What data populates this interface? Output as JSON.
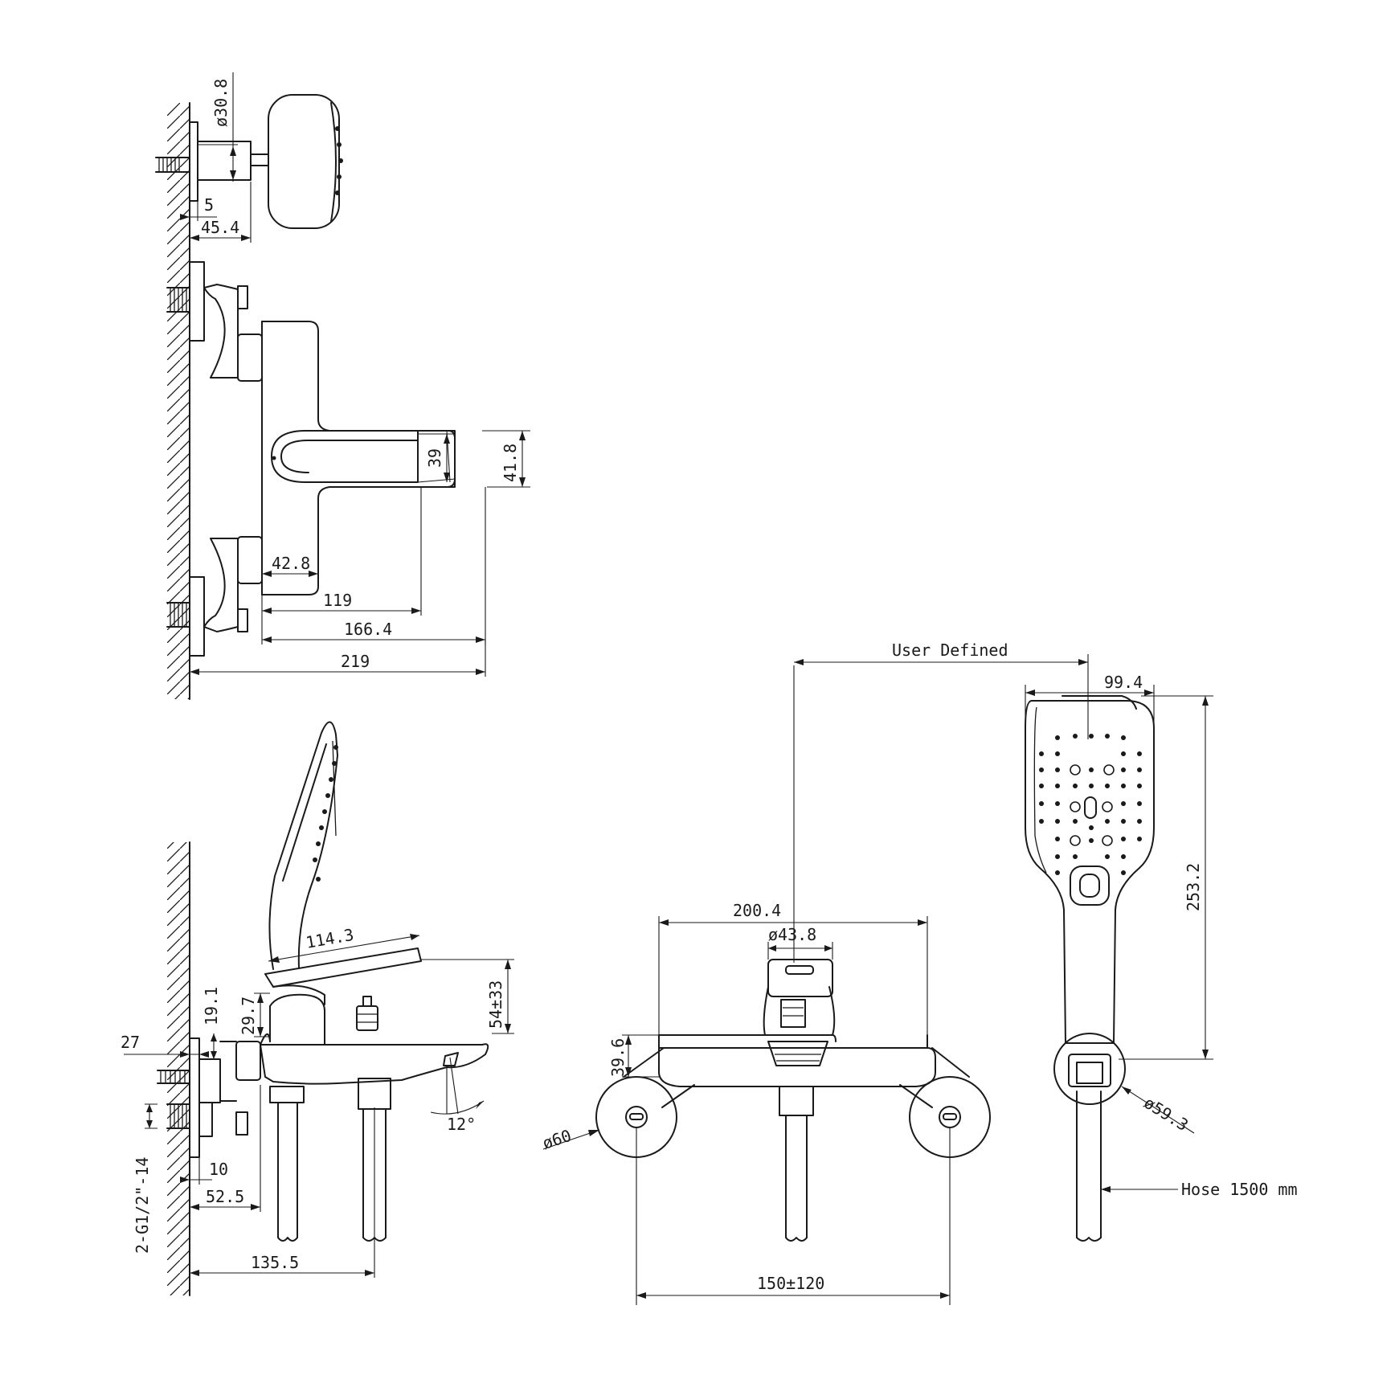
{
  "dimensions": {
    "d30_8": "ø30.8",
    "d5": "5",
    "d45_4": "45.4",
    "d39": "39",
    "d41_8": "41.8",
    "d42_8": "42.8",
    "d119": "119",
    "d166_4": "166.4",
    "d219": "219",
    "d114_3": "114.3",
    "d54_33": "54±33",
    "d29_7": "29.7",
    "d19_1": "19.1",
    "d27": "27",
    "d10": "10",
    "d52_5": "52.5",
    "d135_5": "135.5",
    "thread": "2-G1/2\"-14",
    "angle12": "12°",
    "user_defined": "User Defined",
    "d200_4": "200.4",
    "d43_8": "ø43.8",
    "d39_6": "39.6",
    "d60": "ø60",
    "d150": "150±120",
    "d99_4": "99.4",
    "d253_2": "253.2",
    "d59_3": "ø59.3",
    "hose": "Hose 1500 mm"
  }
}
